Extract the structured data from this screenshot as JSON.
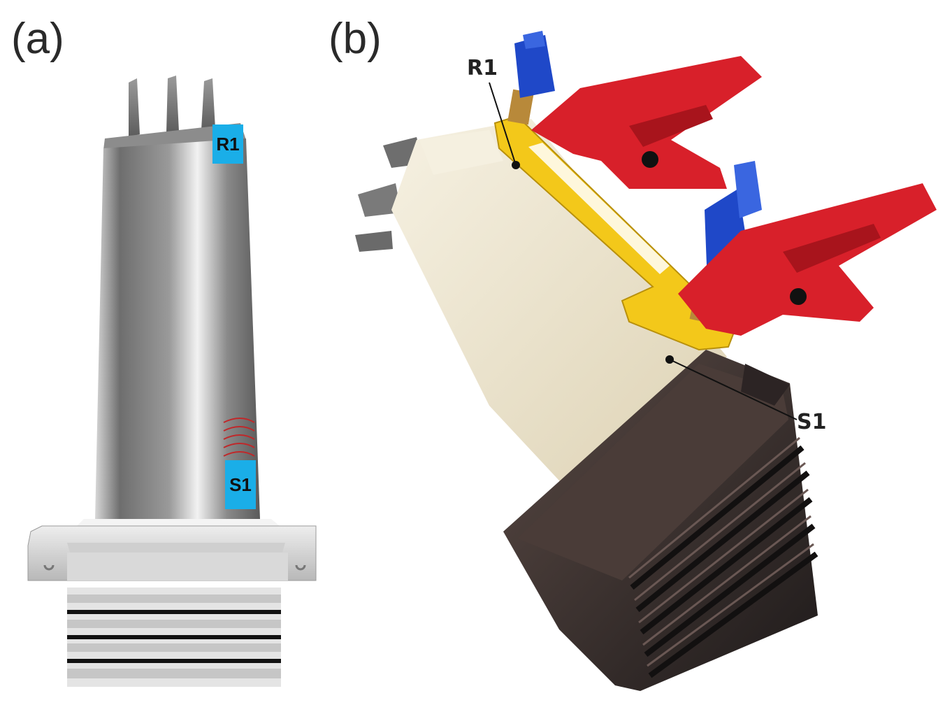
{
  "panels": {
    "a": {
      "label": "(a)",
      "sensor_top": "R1",
      "sensor_bottom": "S1"
    },
    "b": {
      "label": "(b)",
      "callout_top": "R1",
      "callout_bottom": "S1"
    }
  },
  "colors": {
    "sensor_patch": "#1aaee8",
    "clamp": "#d8202a",
    "holder": "#f3c81a",
    "connector": "#1f48c8",
    "coating": "#ece4cc",
    "root": "#3a3130",
    "wave": "#c0282a"
  },
  "icons": [
    "turbine-blade-drawing",
    "turbine-blade-photo",
    "ultrasonic-wave-icon"
  ]
}
